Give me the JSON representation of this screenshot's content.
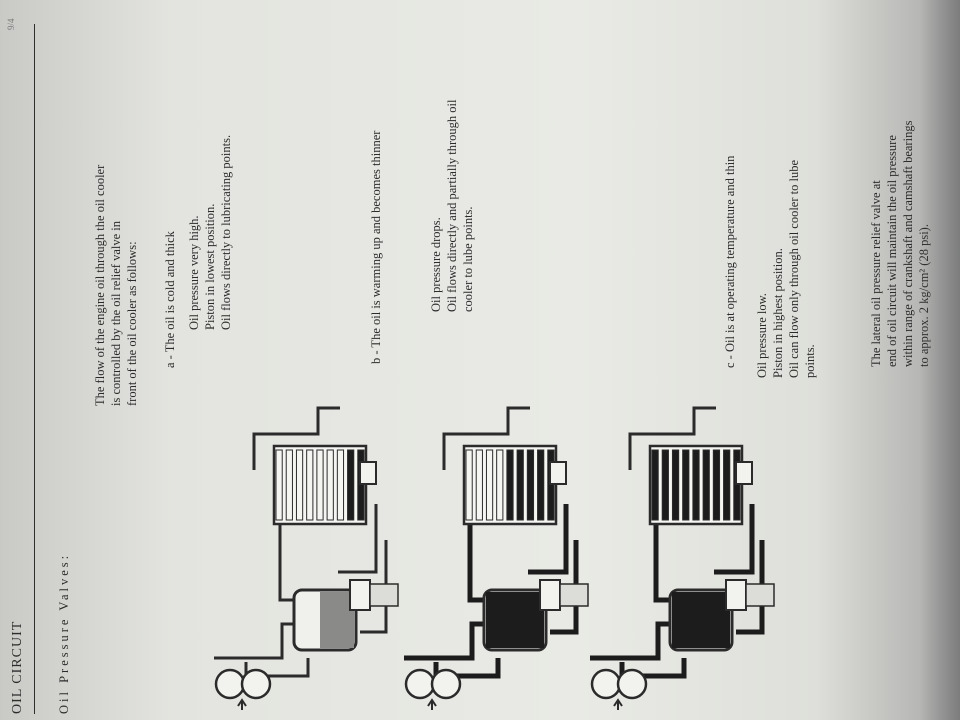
{
  "header": {
    "section_title": "OIL CIRCUIT",
    "page_number": "9/4"
  },
  "content": {
    "heading": "Oil Pressure Valves:",
    "intro": [
      "The flow of the engine oil through the oil cooler",
      "is controlled by the oil relief valve in",
      "front of the oil cooler as follows:"
    ],
    "states": [
      {
        "title": "a - The oil is cold and thick",
        "lines": [
          "Oil pressure very high.",
          "Piston in lowest position.",
          "Oil flows directly to lubricating points."
        ]
      },
      {
        "title": "b - The oil is warming up and becomes thinner",
        "lines": [
          "Oil pressure drops.",
          "Oil flows directly and partially through oil",
          "cooler to lube points."
        ]
      },
      {
        "title": "c - Oil is at operating temperature and thin",
        "lines": [
          "Oil pressure low.",
          "Piston in highest position.",
          "Oil can flow only through oil cooler to lube",
          "points."
        ]
      }
    ],
    "footnote": [
      "The lateral oil pressure relief valve at",
      "end of oil circuit will maintain the oil pressure",
      "within range of crankshaft and camshaft bearings",
      "to approx. 2 kg/cm² (28 psi)."
    ]
  },
  "diagrams": [
    {
      "state": "a",
      "reservoir_fill": 0.35,
      "cooler_dark_rows": 2
    },
    {
      "state": "b",
      "reservoir_fill": 1.0,
      "cooler_dark_rows": 5
    },
    {
      "state": "c",
      "reservoir_fill": 1.0,
      "cooler_dark_rows": 9
    }
  ],
  "colors": {
    "paper": "#e6e7e2",
    "ink": "#2b2b2b",
    "oil": "#1c1c1c"
  }
}
